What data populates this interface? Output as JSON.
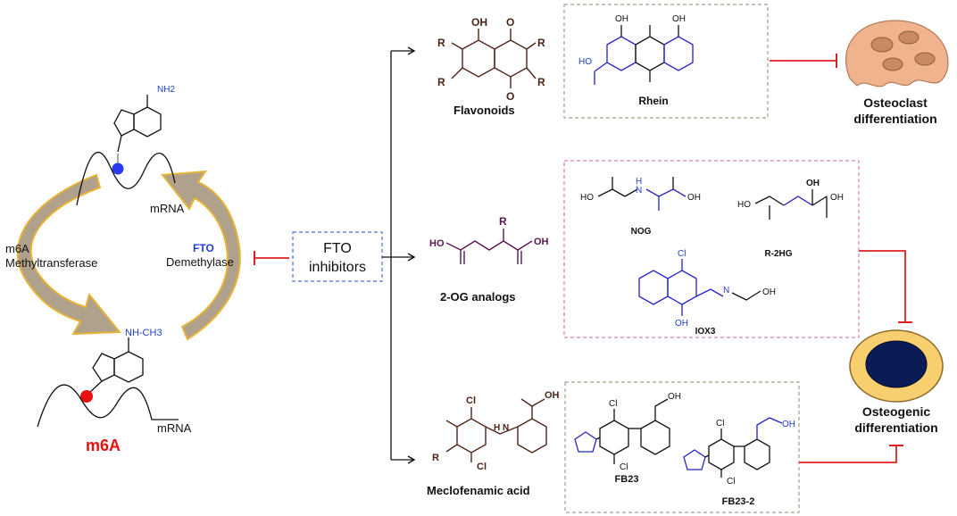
{
  "colors": {
    "inhibit_red": "#e02020",
    "blue_text": "#1f3fd0",
    "m6a_red": "#e81010",
    "dot_blue": "#2b3cf0",
    "arrow_gold": "#e8b436",
    "arrow_taupe": "#b0a18c",
    "box_gray": "#a59e90",
    "box_pink": "#d97fb8",
    "box_blue": "#4a6fd8",
    "osteoclast_fill": "#efb48d",
    "osteogenic_nucleus": "#0b1b55",
    "osteogenic_cell": "#f7cf6e"
  },
  "cycle": {
    "top_group": "NH2",
    "top_label": "mRNA",
    "bottom_group": "NH-CH3",
    "bottom_label": "mRNA",
    "bottom_title": "m6A",
    "left_enzyme_line1": "m6A",
    "left_enzyme_line2": "Methyltransferase",
    "right_enzyme_line1": "FTO",
    "right_enzyme_line2": "Demethylase"
  },
  "center": {
    "line1": "FTO",
    "line2": "inhibitors"
  },
  "classes": [
    {
      "name": "Flavonoids",
      "r_group": "R",
      "oh_group": "OH",
      "o_group": "O"
    },
    {
      "name": "2-OG analogs",
      "r_group": "R",
      "ho_group": "HO",
      "oh_group": "OH"
    },
    {
      "name": "Meclofenamic acid",
      "r_group": "R",
      "cl_group": "Cl",
      "oh_group": "OH",
      "nh_group": "H N"
    }
  ],
  "compounds": {
    "rhein": {
      "name": "Rhein",
      "oh": "OH",
      "ho": "HO"
    },
    "nog": {
      "name": "NOG",
      "ho": "HO",
      "oh": "OH",
      "n": "N",
      "h": "H"
    },
    "r2hg": {
      "name": "R-2HG",
      "ho": "HO",
      "oh": "OH"
    },
    "iox3": {
      "name": "IOX3",
      "cl": "Cl",
      "oh": "OH",
      "n": "N"
    },
    "fb23": {
      "name": "FB23",
      "cl": "Cl",
      "oh": "OH"
    },
    "fb23_2": {
      "name": "FB23-2",
      "cl": "Cl",
      "oh": "OH"
    }
  },
  "outcomes": {
    "osteoclast_line1": "Osteoclast",
    "osteoclast_line2": "differentiation",
    "osteogenic_line1": "Osteogenic",
    "osteogenic_line2": "differentiation"
  }
}
